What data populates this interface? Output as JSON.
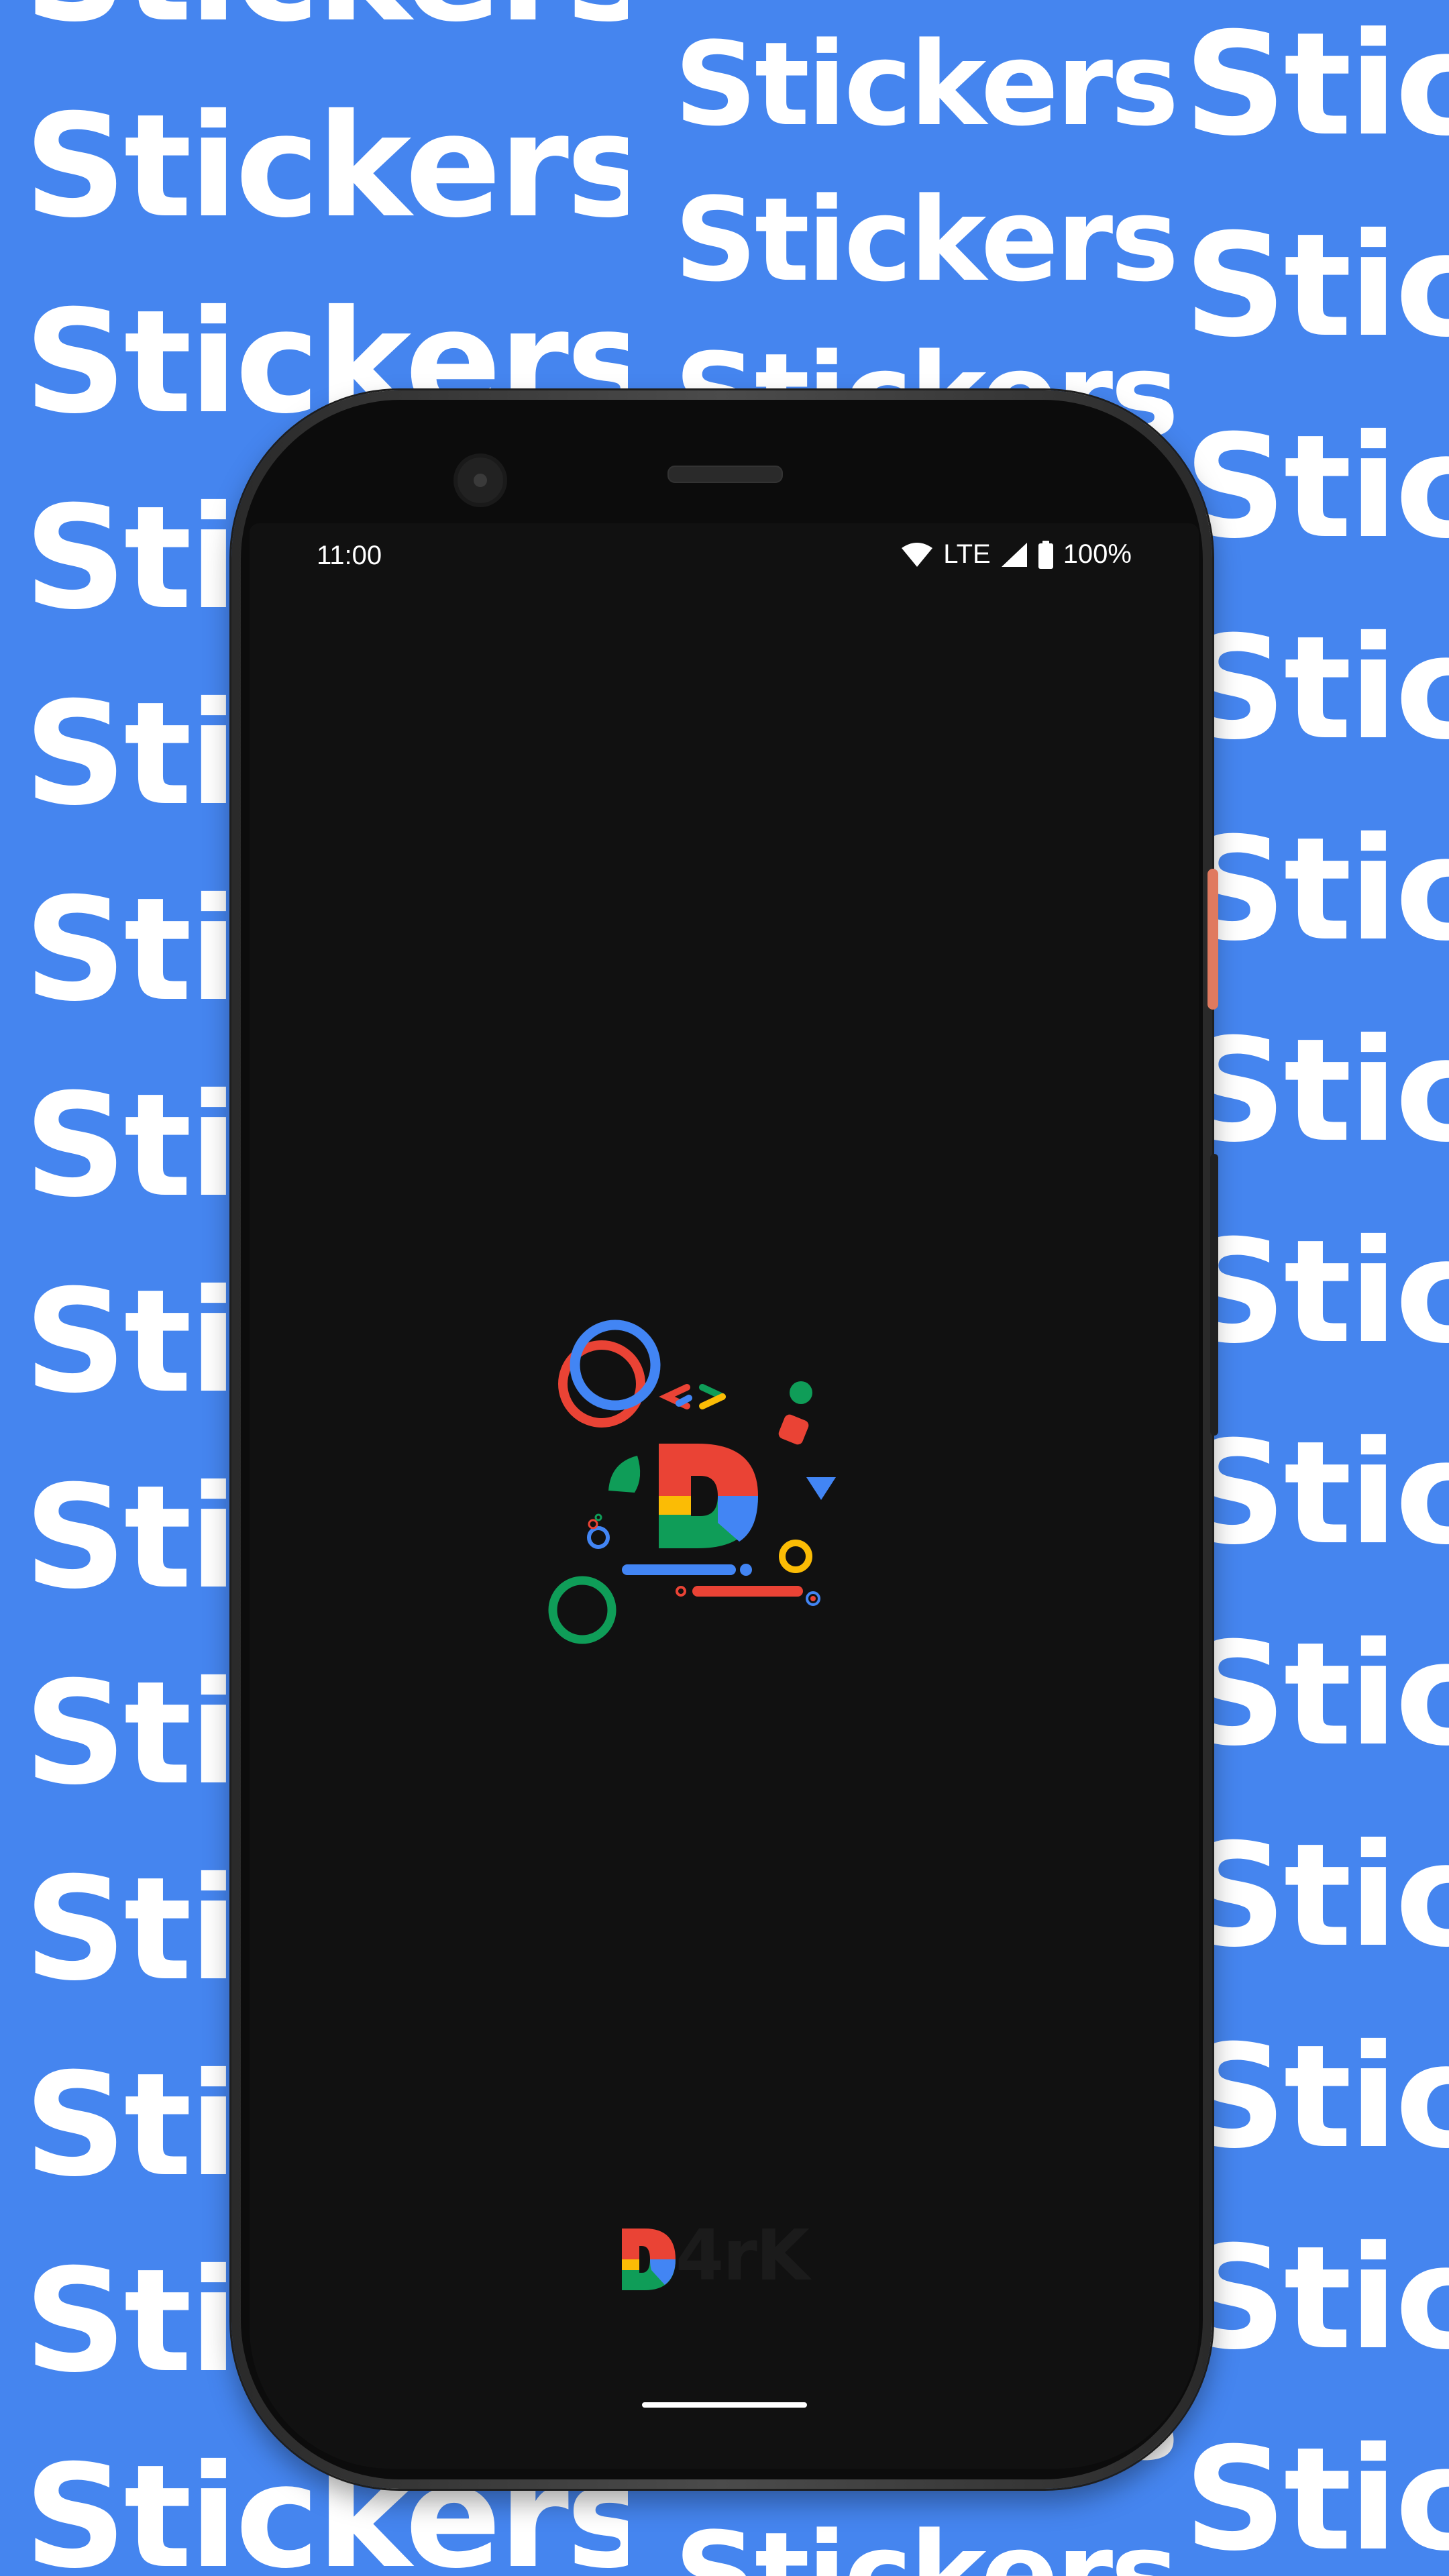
{
  "background": {
    "word": "Stickers",
    "color": "#4585ef",
    "text_color": "#ffffff"
  },
  "status_bar": {
    "time": "11:00",
    "network": "LTE",
    "battery": "100%"
  },
  "app": {
    "wordmark_text": "4rK",
    "colors": {
      "red": "#ea4335",
      "green": "#0f9d58",
      "blue": "#4285f4",
      "yellow": "#fbbc05"
    }
  }
}
